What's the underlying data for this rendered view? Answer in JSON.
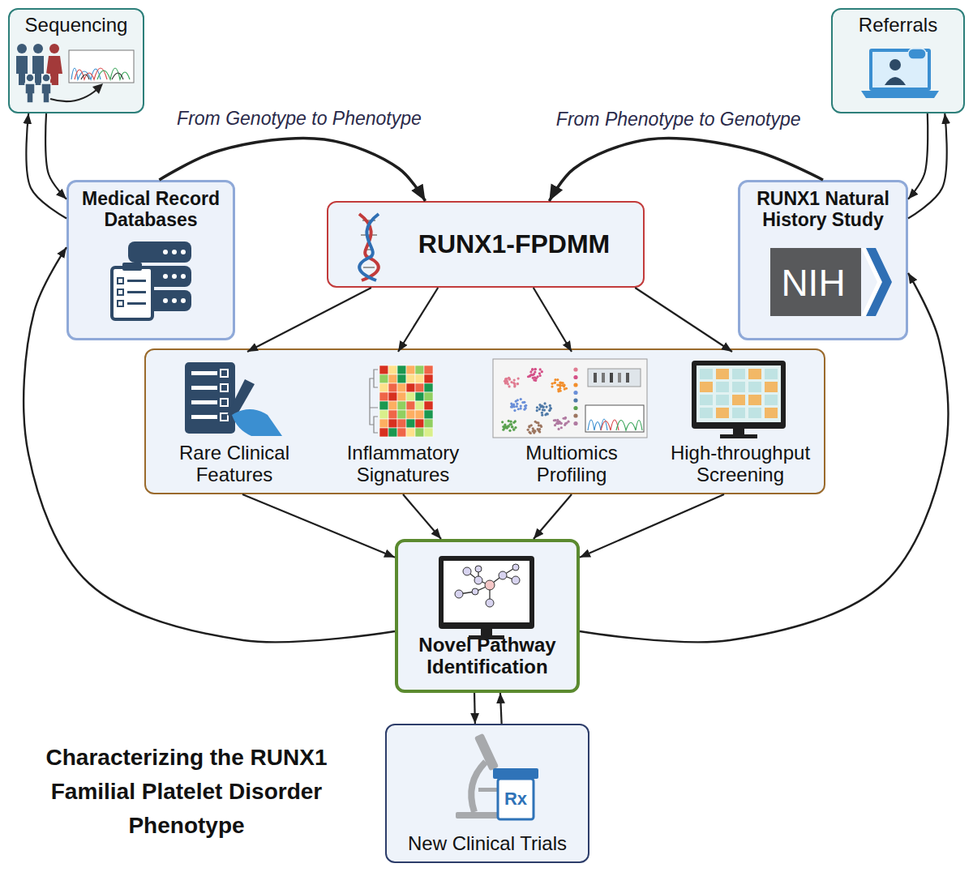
{
  "diagram": {
    "title": "Characterizing the RUNX1 Familial Platelet Disorder Phenotype",
    "nodes": [
      {
        "text": [
          "Sequencing"
        ]
      },
      {
        "text": [
          "Referrals"
        ]
      },
      {
        "text": [
          "Medical Record Databases"
        ]
      },
      {
        "text": [
          "RUNX1-FPDMM"
        ]
      },
      {
        "text": [
          "RUNX1 Natural History Study"
        ]
      },
      {
        "text": []
      },
      {
        "text": [
          "Rare Clinical Features"
        ],
        "in": 5
      },
      {
        "text": [
          "Inflammatory Signatures"
        ],
        "in": 5
      },
      {
        "text": [
          "Multiomics Profiling"
        ],
        "in": 5
      },
      {
        "text": [
          "High-throughput Screening"
        ],
        "in": 5
      },
      {
        "text": [
          "Novel Pathway Identification"
        ]
      },
      {
        "text": [
          "New Clinical Trials"
        ]
      }
    ],
    "edges": [
      {
        "from": 0,
        "to": 2,
        "arrow": "to"
      },
      {
        "from": 2,
        "to": 0,
        "arrow": "to"
      },
      {
        "from": 1,
        "to": 4,
        "arrow": "to"
      },
      {
        "from": 4,
        "to": 1,
        "arrow": "to"
      },
      {
        "from": 2,
        "to": 3,
        "label": "From Genotype to Phenotype",
        "arrow": "to"
      },
      {
        "from": 4,
        "to": 3,
        "label": "From Phenotype to Genotype",
        "arrow": "to"
      },
      {
        "from": 3,
        "to": 6,
        "arrow": "to"
      },
      {
        "from": 3,
        "to": 7,
        "arrow": "to"
      },
      {
        "from": 3,
        "to": 8,
        "arrow": "to"
      },
      {
        "from": 3,
        "to": 9,
        "arrow": "to"
      },
      {
        "from": 6,
        "to": 10,
        "arrow": "to"
      },
      {
        "from": 7,
        "to": 10,
        "arrow": "to"
      },
      {
        "from": 8,
        "to": 10,
        "arrow": "to"
      },
      {
        "from": 9,
        "to": 10,
        "arrow": "to"
      },
      {
        "from": 10,
        "to": 2,
        "arrow": "to"
      },
      {
        "from": 10,
        "to": 4,
        "arrow": "to"
      },
      {
        "from": 10,
        "to": 11,
        "arrow": "to"
      },
      {
        "from": 11,
        "to": 10,
        "arrow": "to"
      }
    ],
    "labels": [
      "NIH",
      "Rx"
    ]
  }
}
